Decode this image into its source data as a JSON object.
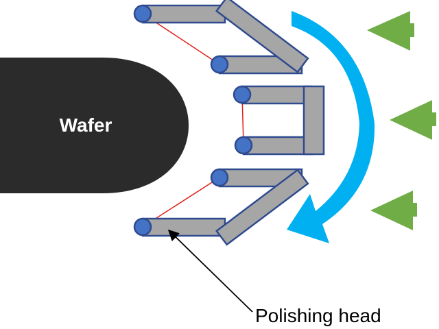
{
  "wafer": {
    "label": "Wafer"
  },
  "callout": {
    "label": "Polishing head"
  },
  "colors": {
    "wafer_fill": "#2b2b2b",
    "wafer_text": "#ffffff",
    "link_fill": "#a6a6a6",
    "link_stroke": "#2f4a8f",
    "joint_fill": "#4472c4",
    "tension_line": "#e0201b",
    "rotation_arrow": "#00b0f0",
    "flow_arrow": "#70ad47",
    "callout_text": "#000000"
  },
  "icons": [
    "curved-rotation-arrow",
    "flow-arrow-triangle"
  ]
}
